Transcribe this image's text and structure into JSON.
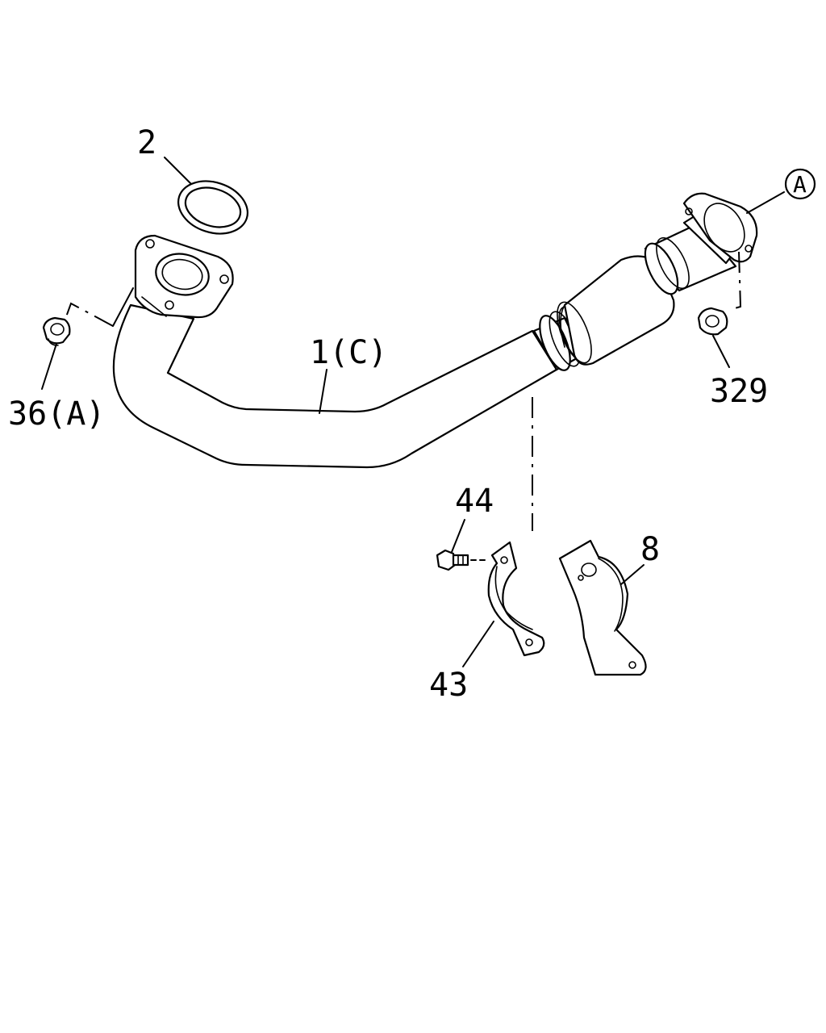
{
  "callouts": {
    "pipe": "1(C)",
    "gasket": "2",
    "nut_left": "36(A)",
    "nut_right": "329",
    "ref": "A",
    "bolt": "44",
    "clamp": "43",
    "bracket": "8"
  }
}
